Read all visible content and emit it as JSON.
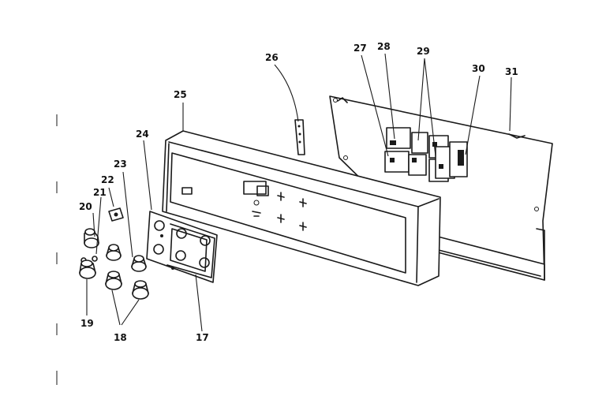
{
  "callouts": {
    "c17": "17",
    "c18": "18",
    "c19": "19",
    "c20": "20",
    "c21": "21",
    "c22": "22",
    "c23": "23",
    "c24": "24",
    "c25": "25",
    "c26": "26",
    "c27": "27",
    "c28": "28",
    "c29": "29",
    "c30": "30",
    "c31": "31"
  },
  "colors": {
    "ink": "#1a1a1a",
    "paper": "#ffffff"
  }
}
